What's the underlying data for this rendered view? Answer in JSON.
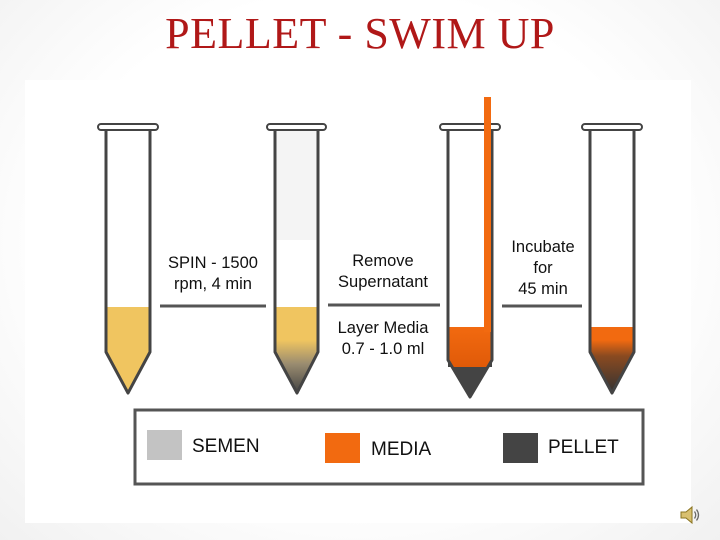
{
  "slide": {
    "title": "PELLET - SWIM UP"
  },
  "steps": {
    "spin": [
      "SPIN - 1500",
      "rpm, 4 min"
    ],
    "remove": [
      "Remove",
      "Supernatant"
    ],
    "layer": [
      "Layer Media",
      "0.7 - 1.0 ml"
    ],
    "incubate": [
      "Incubate",
      "for",
      "45 min"
    ]
  },
  "legend": {
    "items": [
      {
        "label": "SEMEN",
        "color": "#c3c3c3"
      },
      {
        "label": "MEDIA",
        "color": "#f26a10"
      },
      {
        "label": "PELLET",
        "color": "#444444"
      }
    ]
  },
  "colors": {
    "title": "#b01818",
    "semen": "#f0c560",
    "media": "#f26a10",
    "pellet": "#444444",
    "tube_outline": "#444444"
  },
  "icons": {
    "speaker": "speaker-icon"
  }
}
